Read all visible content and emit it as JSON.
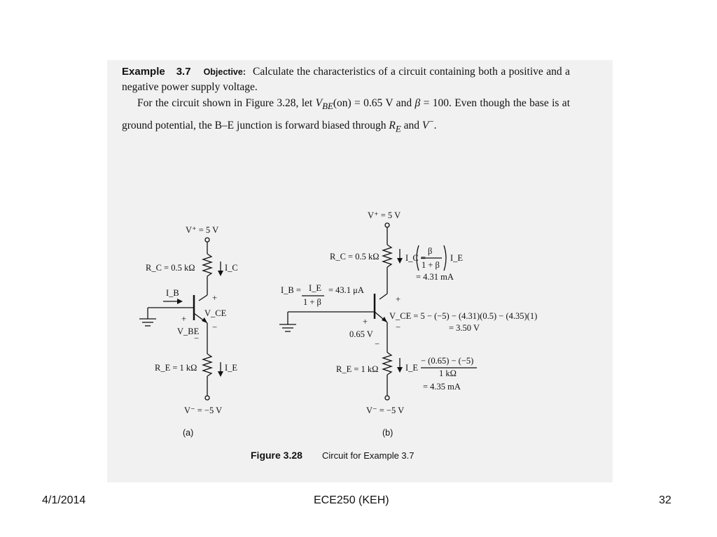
{
  "example": {
    "label": "Example",
    "number": "3.7",
    "objective_label": "Objective:",
    "objective_text": "Calculate the characteristics of a circuit containing both a positive and a negative power supply voltage."
  },
  "problem": {
    "line1_a": "For the circuit shown in Figure 3.28, let ",
    "vbe_sym": "V",
    "vbe_sub": "BE",
    "vbe_val": "(on) = 0.65 V and ",
    "beta_sym": "β",
    "beta_val": " = 100. Even though the base is at ground potential, the B–E junction is forward biased through ",
    "re_sym": "R",
    "re_sub": "E",
    "and_word": " and ",
    "vminus_sym": "V",
    "vminus_sup": "−",
    "end": "."
  },
  "figure_a": {
    "vplus": "V⁺ = 5 V",
    "rc": "R_C = 0.5 kΩ",
    "ic": "I_C",
    "ib": "I_B",
    "vce": "V_CE",
    "vbe": "V_BE",
    "re": "R_E = 1 kΩ",
    "ie": "I_E",
    "vminus": "V⁻ = −5 V",
    "plus": "+",
    "minus": "−",
    "label": "(a)"
  },
  "figure_b": {
    "vplus": "V⁺ = 5 V",
    "rc": "R_C = 0.5 kΩ",
    "ic_eq": "I_C =",
    "ic_frac_num": "β",
    "ic_frac_den": "1 + β",
    "ic_after": "I_E",
    "ic_val": "= 4.31 mA",
    "ib_lhs": "I_B =",
    "ib_num": "I_E",
    "ib_den": "1 + β",
    "ib_val": "= 43.1 μA",
    "vce_eq": "V_CE = 5 − (−5) − (4.31)(0.5) − (4.35)(1)",
    "vce_val": "= 3.50 V",
    "vbe_val": "0.65 V",
    "re": "R_E = 1 kΩ",
    "ie_eq": "I_E",
    "ie_num": "− (0.65) − (−5)",
    "ie_den": "1 kΩ",
    "ie_val": "= 4.35 mA",
    "vminus": "V⁻ = −5 V",
    "plus": "+",
    "minus": "−",
    "label": "(b)"
  },
  "caption": {
    "figure_label": "Figure 3.28",
    "text": "Circuit for Example 3.7"
  },
  "footer": {
    "date": "4/1/2014",
    "course": "ECE250 (KEH)",
    "page": "32"
  }
}
